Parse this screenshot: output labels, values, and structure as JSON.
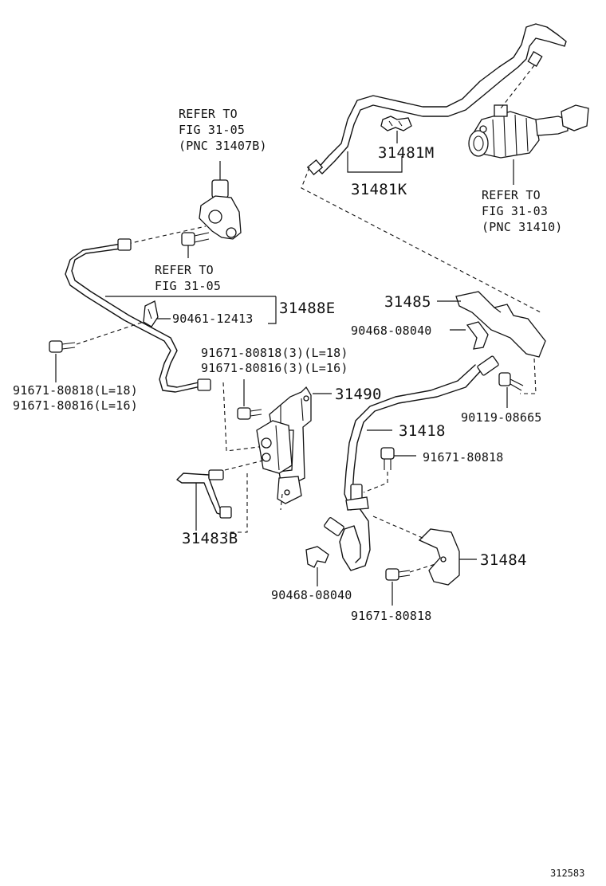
{
  "image_code": "312583",
  "callouts": {
    "refer_top_left": {
      "line1": "REFER TO",
      "line2": "FIG 31-05",
      "line3": "(PNC 31407B)"
    },
    "refer_mid_left": {
      "line1": "REFER TO",
      "line2": "FIG 31-05"
    },
    "refer_right": {
      "line1": "REFER TO",
      "line2": "FIG 31-03",
      "line3": "(PNC 31410)"
    }
  },
  "parts": {
    "p31481M": "31481M",
    "p31481K": "31481K",
    "p31488E": "31488E",
    "p90461_12413": "90461-12413",
    "p91671_80818_left": "91671-80818(L=18)",
    "p91671_80816_left": "91671-80816(L=16)",
    "p91671_80818_3": "91671-80818(3)(L=18)",
    "p91671_80816_3": "91671-80816(3)(L=16)",
    "p31490": "31490",
    "p31485": "31485",
    "p90468_08040_top": "90468-08040",
    "p90119_08665": "90119-08665",
    "p31418": "31418",
    "p91671_80818_mid": "91671-80818",
    "p31483B": "31483B",
    "p31484": "31484",
    "p90468_08040_bottom": "90468-08040",
    "p91671_80818_bottom": "91671-80818"
  }
}
